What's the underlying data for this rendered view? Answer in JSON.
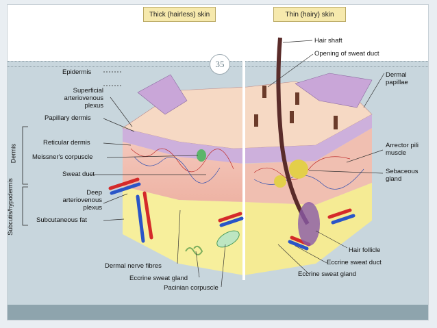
{
  "tabs": {
    "thick": "Thick (hairless) skin",
    "thin": "Thin (hairy) skin"
  },
  "page_number": "35",
  "labels_left": {
    "epidermis": "Epidermis",
    "superficial": "Superficial arteriovenous plexus",
    "papillary": "Papillary dermis",
    "reticular": "Reticular dermis",
    "meissner": "Meissner's corpuscle",
    "sweat_duct": "Sweat duct",
    "deep_plexus": "Deep arteriovenous plexus",
    "subcutaneous_fat": "Subcutaneous fat"
  },
  "labels_vertical": {
    "dermis": "Dermis",
    "subcutis": "Subcutis/hypodermis"
  },
  "labels_bottom": {
    "nerve": "Dermal nerve fibres",
    "eccrine_gland": "Eccrine sweat gland",
    "pacinian": "Pacinian corpuscle"
  },
  "labels_right": {
    "hair_shaft": "Hair shaft",
    "opening_sweat_duct": "Opening of sweat duct",
    "dermal_papillae": "Dermal papillae",
    "arrector": "Arrector pili muscle",
    "sebaceous": "Sebaceous gland",
    "hair_follicle": "Hair follicle",
    "eccrine_duct": "Eccrine sweat duct",
    "eccrine_gland_right": "Eccrine sweat gland"
  },
  "colors": {
    "band": "#c8d6dd",
    "tab": "#f6e9ad",
    "fat": "#f7ef9c",
    "dermis": "#f2c0b2",
    "epidermis": "#cdb0dc",
    "artery": "#d42a2a",
    "vein": "#2a55c8"
  }
}
